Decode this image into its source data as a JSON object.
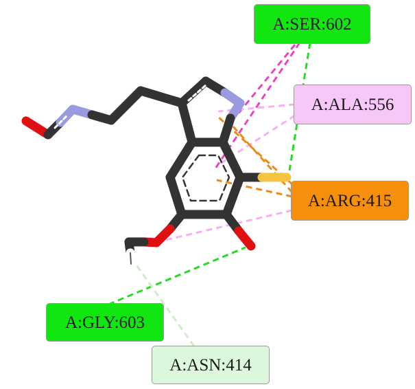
{
  "residues": {
    "ser602": {
      "label": "A:SER:602",
      "interaction": "conventional-hydrogen-bond",
      "color": "#11e611"
    },
    "ala556": {
      "label": "A:ALA:556",
      "interaction": "pi-alkyl",
      "color": "#f7c8f7"
    },
    "arg415": {
      "label": "A:ARG:415",
      "interaction": "pi-cation",
      "color": "#f58f0c"
    },
    "gly603": {
      "label": "A:GLY:603",
      "interaction": "conventional-hydrogen-bond",
      "color": "#11e611"
    },
    "asn414": {
      "label": "A:ASN:414",
      "interaction": "carbon-hydrogen-bond",
      "color": "#dcf8dc"
    }
  },
  "colors": {
    "carbon": "#333333",
    "nitrogen": "#9a9ae0",
    "oxygen": "#e01010",
    "fluorine": "#f5c342",
    "hydrogen": "#ffffff",
    "hbond": "#22dd22",
    "pi_alkyl": "#f08cf0",
    "pi_sigma": "#ee44bb",
    "pi_cation": "#f08a14",
    "carbon_hbond": "#cceccc"
  }
}
